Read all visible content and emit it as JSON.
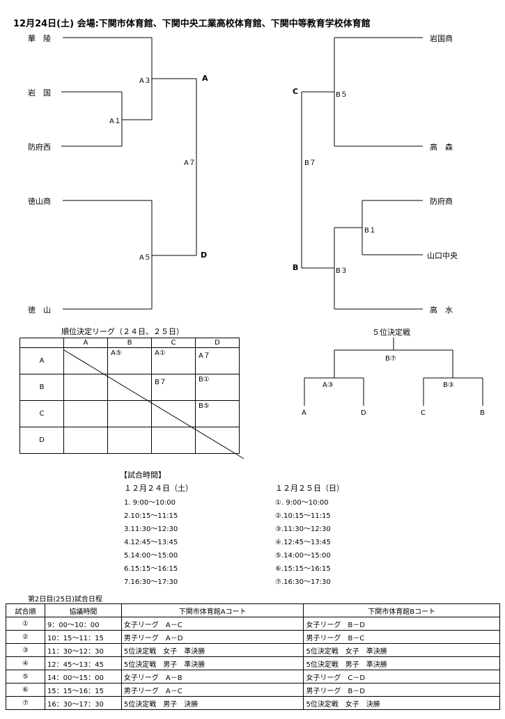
{
  "title": "12月24日(土) 会場:下関市体育館、下関中央工業高校体育館、下関中等教育学校体育館",
  "left_bracket": {
    "teams": [
      "華　陵",
      "岩　国",
      "防府西",
      "徳山商",
      "徳　山"
    ],
    "matches": [
      "A１",
      "A３",
      "A５",
      "A７"
    ],
    "pools": [
      "A",
      "D"
    ]
  },
  "right_bracket": {
    "teams": [
      "岩国商",
      "高　森",
      "防府商",
      "山口中央",
      "高　水"
    ],
    "matches": [
      "B１",
      "B３",
      "B５",
      "B７"
    ],
    "pools": [
      "C",
      "B"
    ]
  },
  "rank_league": {
    "title": "順位決定リーグ（２４日、２５日）",
    "cols": [
      "A",
      "B",
      "C",
      "D"
    ],
    "rows": [
      "A",
      "B",
      "C",
      "D"
    ],
    "cells": {
      "A_B": "A⑤",
      "A_C": "A①",
      "A_D": "A７",
      "B_C": "B７",
      "B_D": "B①",
      "C_D": "B⑤"
    }
  },
  "fifth_place": {
    "title": "５位決定戦",
    "final": "B⑦",
    "semis": [
      "A③",
      "B③"
    ],
    "teams": [
      "A",
      "D",
      "C",
      "B"
    ]
  },
  "match_times": {
    "heading": "【試合時間】",
    "day1": {
      "label": "１２月２４日（土）",
      "slots": [
        "1. 9:00～10:00",
        "2.10:15～11:15",
        "3.11:30～12:30",
        "4.12:45～13:45",
        "5.14:00～15:00",
        "6.15:15～16:15",
        "7.16:30～17:30"
      ]
    },
    "day2": {
      "label": "１２月２５日（日）",
      "slots": [
        "①. 9:00～10:00",
        "②.10:15～11:15",
        "③.11:30～12:30",
        "④.12:45～13:45",
        "⑤.14:00～15:00",
        "⑥.15:15～16:15",
        "⑦.16:30～17:30"
      ]
    }
  },
  "day2_schedule": {
    "caption": "第2日目(25日)試合日程",
    "headers": [
      "試合順",
      "協議時間",
      "下関市体育館Aコート",
      "下関市体育館Bコート"
    ],
    "rows": [
      [
        "①",
        "9：00～10：00",
        "女子リーグ　A－C",
        "女子リーグ　B－D"
      ],
      [
        "②",
        "10：15～11：15",
        "男子リーグ　A－D",
        "男子リーグ　B－C"
      ],
      [
        "③",
        "11：30～12：30",
        "5位決定戦　女子　準決勝",
        "5位決定戦　女子　準決勝"
      ],
      [
        "④",
        "12：45～13：45",
        "5位決定戦　男子　準決勝",
        "5位決定戦　男子　準決勝"
      ],
      [
        "⑤",
        "14：00～15：00",
        "女子リーグ　A－B",
        "女子リーグ　C－D"
      ],
      [
        "⑥",
        "15：15～16：15",
        "男子リーグ　A－C",
        "男子リーグ　B－D"
      ],
      [
        "⑦",
        "16：30～17：30",
        "5位決定戦　男子　決勝",
        "5位決定戦　女子　決勝"
      ]
    ]
  }
}
